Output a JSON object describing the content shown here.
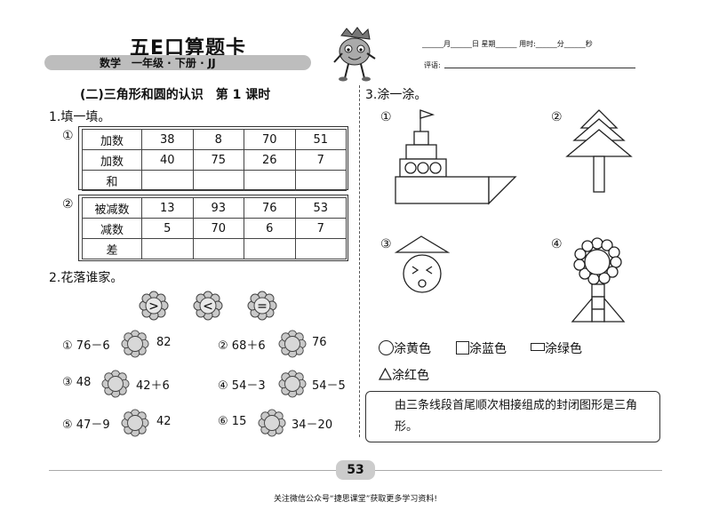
{
  "header": {
    "title": "五E口算题卡",
    "subtitle": "数学　一年级 · 下册 · JJ",
    "date_line": "______月______日 星期______ 用时:______分______秒",
    "eval_label": "评语:"
  },
  "lesson_title": "(二)三角形和圆的认识　第 1 课时",
  "q1": {
    "label": "1.填一填。",
    "table1": {
      "num": "①",
      "rows": [
        {
          "head": "加数",
          "cells": [
            "38",
            "8",
            "70",
            "51"
          ]
        },
        {
          "head": "加数",
          "cells": [
            "40",
            "75",
            "26",
            "7"
          ]
        },
        {
          "head": "和",
          "cells": [
            "",
            "",
            "",
            ""
          ]
        }
      ]
    },
    "table2": {
      "num": "②",
      "rows": [
        {
          "head": "被减数",
          "cells": [
            "13",
            "93",
            "76",
            "53"
          ]
        },
        {
          "head": "减数",
          "cells": [
            "5",
            "70",
            "6",
            "7"
          ]
        },
        {
          "head": "差",
          "cells": [
            "",
            "",
            "",
            ""
          ]
        }
      ]
    }
  },
  "q2": {
    "label": "2.花落谁家。",
    "symbols": [
      ">",
      "<",
      "="
    ],
    "items": [
      {
        "num": "①",
        "left": "76－6",
        "right": "82"
      },
      {
        "num": "②",
        "left": "68＋6",
        "right": "76"
      },
      {
        "num": "③",
        "left": "48",
        "right": "42＋6"
      },
      {
        "num": "④",
        "left": "54－3",
        "right": "54－5"
      },
      {
        "num": "⑤",
        "left": "47－9",
        "right": "42"
      },
      {
        "num": "⑥",
        "left": "15",
        "right": "34－20"
      }
    ]
  },
  "q3": {
    "label": "3.涂一涂。",
    "figure_nums": [
      "①",
      "②",
      "③",
      "④"
    ],
    "legend": {
      "circle": "涂黄色",
      "square": "涂蓝色",
      "rect": "涂绿色",
      "triangle": "涂红色"
    },
    "fact": "由三条线段首尾顺次相接组成的封闭图形是三角形。"
  },
  "page_number": "53",
  "footer": "关注微信公众号“捷思课堂”获取更多学习资料!"
}
